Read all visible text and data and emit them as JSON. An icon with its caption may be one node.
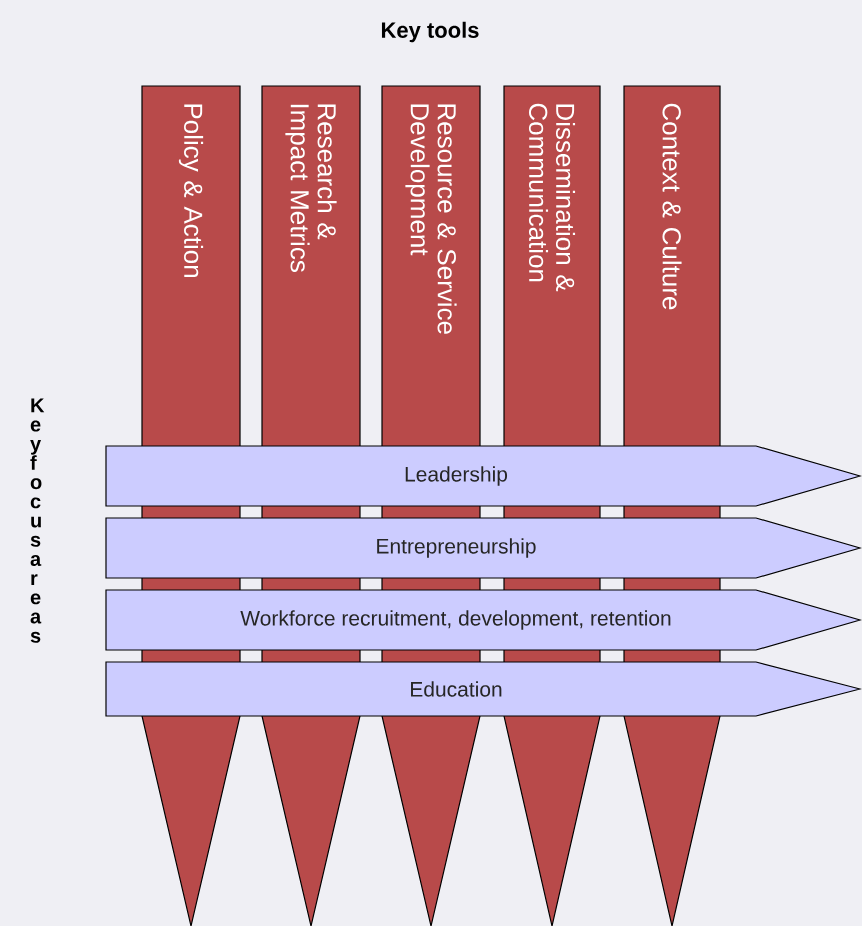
{
  "diagram": {
    "title": "Key tools",
    "nodes": [
      {
        "text": [
          "Policy & Action"
        ]
      },
      {
        "text": [
          "Research & Impact Metrics"
        ]
      },
      {
        "text": [
          "Resource & Service Development"
        ]
      },
      {
        "text": [
          "Dissemination & Communication"
        ]
      },
      {
        "text": [
          "Context & Culture"
        ]
      },
      {
        "text": [
          "Leadership"
        ]
      },
      {
        "text": [
          "Entrepreneurship"
        ]
      },
      {
        "text": [
          "Workforce recruitment, development, retention"
        ]
      },
      {
        "text": [
          "Education"
        ]
      }
    ],
    "labels": [
      "Key focus areas"
    ]
  }
}
